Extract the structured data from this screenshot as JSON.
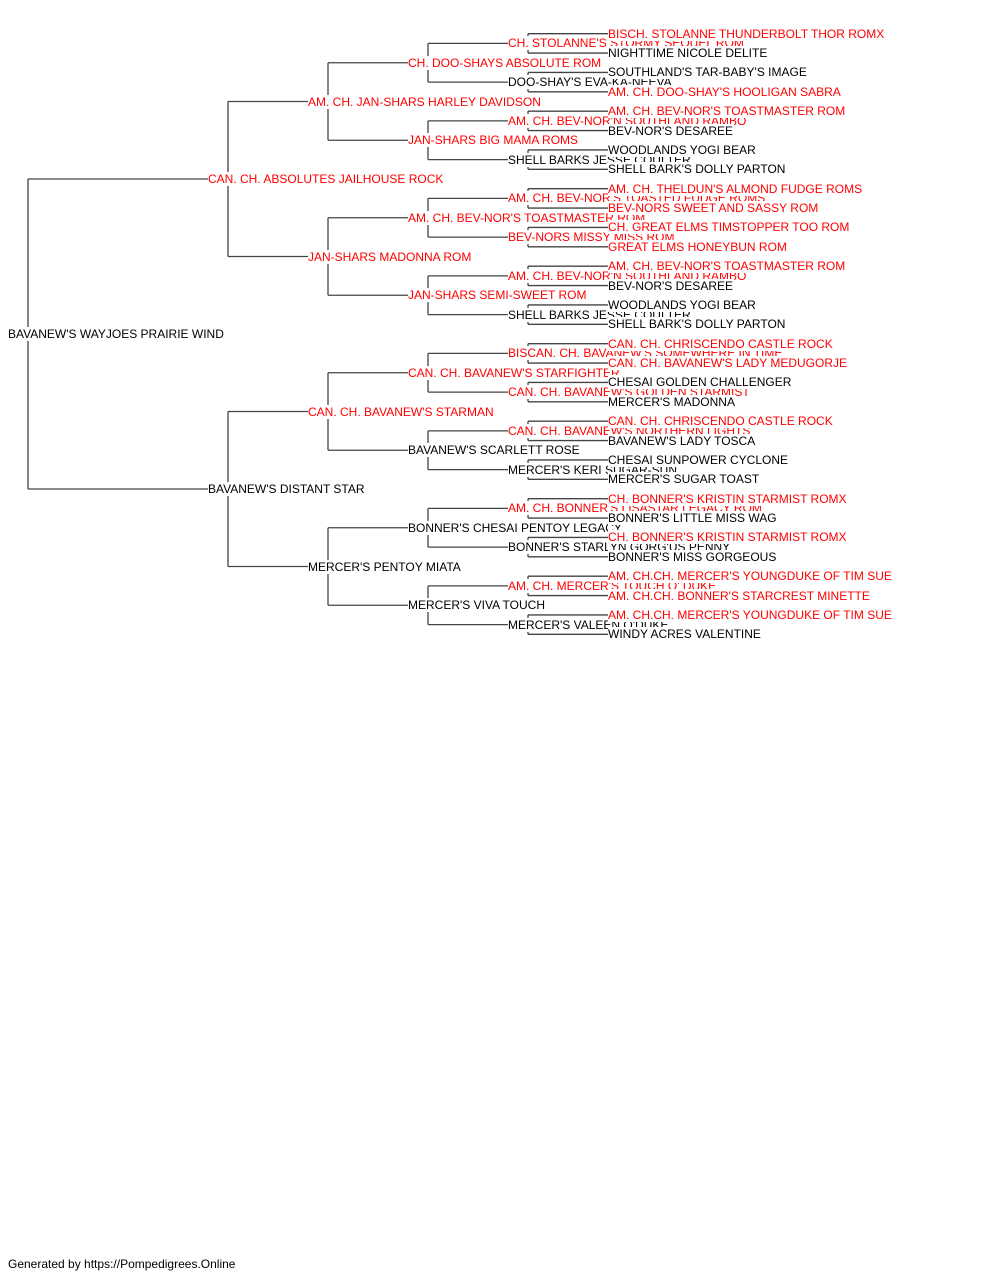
{
  "colors": {
    "champion": "#ff0000",
    "plain": "#000000",
    "line": "#444444"
  },
  "pedigree": {
    "name": "BAVANEW'S WAYJOES PRAIRIE WIND",
    "titled": false,
    "sire": {
      "name": "CAN. CH. ABSOLUTES JAILHOUSE ROCK",
      "titled": true,
      "sire": {
        "name": "AM. CH. JAN-SHARS HARLEY DAVIDSON",
        "titled": true,
        "sire": {
          "name": "CH. DOO-SHAYS ABSOLUTE ROM",
          "titled": true,
          "sire": {
            "name": "CH. STOLANNE'S STORMY SEQUEL ROM",
            "titled": true,
            "sire": {
              "name": "BISCH. STOLANNE THUNDERBOLT THOR ROMX",
              "titled": true
            },
            "dam": {
              "name": "NIGHTTIME NICOLE DELITE",
              "titled": false
            }
          },
          "dam": {
            "name": "DOO-SHAY'S EVA-KA-NEEVA",
            "titled": false,
            "sire": {
              "name": "SOUTHLAND'S TAR-BABY'S IMAGE",
              "titled": false
            },
            "dam": {
              "name": "AM. CH. DOO-SHAY'S HOOLIGAN SABRA",
              "titled": true
            }
          }
        },
        "dam": {
          "name": "JAN-SHARS BIG MAMA ROMS",
          "titled": true,
          "sire": {
            "name": "AM. CH. BEV-NOR'N SOUTHLAND RAMBO",
            "titled": true,
            "sire": {
              "name": "AM. CH. BEV-NOR'S TOASTMASTER ROM",
              "titled": true
            },
            "dam": {
              "name": "BEV-NOR'S DESAREE",
              "titled": false
            }
          },
          "dam": {
            "name": "SHELL BARKS JESSE COULTER",
            "titled": false,
            "sire": {
              "name": "WOODLANDS YOGI BEAR",
              "titled": false
            },
            "dam": {
              "name": "SHELL BARK'S DOLLY PARTON",
              "titled": false
            }
          }
        }
      },
      "dam": {
        "name": "JAN-SHARS MADONNA ROM",
        "titled": true,
        "sire": {
          "name": "AM. CH. BEV-NOR'S TOASTMASTER ROM",
          "titled": true,
          "sire": {
            "name": "AM. CH. BEV-NOR'S TOASTED FUDGE ROMS",
            "titled": true,
            "sire": {
              "name": "AM. CH. THELDUN'S ALMOND FUDGE ROMS",
              "titled": true
            },
            "dam": {
              "name": "BEV-NORS SWEET AND SASSY ROM",
              "titled": true
            }
          },
          "dam": {
            "name": "BEV-NORS MISSY MISS ROM",
            "titled": true,
            "sire": {
              "name": "CH. GREAT ELMS TIMSTOPPER TOO ROM",
              "titled": true
            },
            "dam": {
              "name": "GREAT ELMS HONEYBUN ROM",
              "titled": true
            }
          }
        },
        "dam": {
          "name": "JAN-SHARS SEMI-SWEET ROM",
          "titled": true,
          "sire": {
            "name": "AM. CH. BEV-NOR'N SOUTHLAND RAMBO",
            "titled": true,
            "sire": {
              "name": "AM. CH. BEV-NOR'S TOASTMASTER ROM",
              "titled": true
            },
            "dam": {
              "name": "BEV-NOR'S DESAREE",
              "titled": false
            }
          },
          "dam": {
            "name": "SHELL BARKS JESSE COULTER",
            "titled": false,
            "sire": {
              "name": "WOODLANDS YOGI BEAR",
              "titled": false
            },
            "dam": {
              "name": "SHELL BARK'S DOLLY PARTON",
              "titled": false
            }
          }
        }
      }
    },
    "dam": {
      "name": "BAVANEW'S DISTANT STAR",
      "titled": false,
      "sire": {
        "name": "CAN. CH. BAVANEW'S STARMAN",
        "titled": true,
        "sire": {
          "name": "CAN. CH. BAVANEW'S STARFIGHTER",
          "titled": true,
          "sire": {
            "name": "BISCAN. CH. BAVANEW'S SOMEWHERE IN TIME",
            "titled": true,
            "sire": {
              "name": "CAN. CH. CHRISCENDO CASTLE ROCK",
              "titled": true
            },
            "dam": {
              "name": "CAN. CH. BAVANEW'S LADY MEDUGORJE",
              "titled": true
            }
          },
          "dam": {
            "name": "CAN. CH. BAVANEW'S GOLDEN STARMIST",
            "titled": true,
            "sire": {
              "name": "CHESAI GOLDEN CHALLENGER",
              "titled": false
            },
            "dam": {
              "name": "MERCER'S MADONNA",
              "titled": false
            }
          }
        },
        "dam": {
          "name": "BAVANEW'S SCARLETT ROSE",
          "titled": false,
          "sire": {
            "name": "CAN. CH. BAVANEW'S NORTHERN LIGHTS",
            "titled": true,
            "sire": {
              "name": "CAN. CH. CHRISCENDO CASTLE ROCK",
              "titled": true
            },
            "dam": {
              "name": "BAVANEW'S LADY TOSCA",
              "titled": false
            }
          },
          "dam": {
            "name": "MERCER'S KERI SUGAR-SUN",
            "titled": false,
            "sire": {
              "name": "CHESAI SUNPOWER CYCLONE",
              "titled": false
            },
            "dam": {
              "name": "MERCER'S SUGAR TOAST",
              "titled": false
            }
          }
        }
      },
      "dam": {
        "name": "MERCER'S PENTOY MIATA",
        "titled": false,
        "sire": {
          "name": "BONNER'S CHESAI PENTOY LEGACY",
          "titled": false,
          "sire": {
            "name": "AM. CH. BONNER'S LISASTAR LEGACY ROM",
            "titled": true,
            "sire": {
              "name": "CH. BONNER'S KRISTIN STARMIST ROMX",
              "titled": true
            },
            "dam": {
              "name": "BONNER'S LITTLE MISS WAG",
              "titled": false
            }
          },
          "dam": {
            "name": "BONNER'S STARLYN GORG'US PENNY",
            "titled": false,
            "sire": {
              "name": "CH. BONNER'S KRISTIN STARMIST ROMX",
              "titled": true
            },
            "dam": {
              "name": "BONNER'S MISS GORGEOUS",
              "titled": false
            }
          }
        },
        "dam": {
          "name": "MERCER'S VIVA TOUCH",
          "titled": false,
          "sire": {
            "name": "AM. CH. MERCER'S TOUCH O' DUKE",
            "titled": true,
            "sire": {
              "name": "AM. CH.CH. MERCER'S YOUNGDUKE OF TIM SUE",
              "titled": true
            },
            "dam": {
              "name": "AM. CH.CH. BONNER'S STARCREST MINETTE",
              "titled": true
            }
          },
          "dam": {
            "name": "MERCER'S VALEEN O'DUKE",
            "titled": false,
            "sire": {
              "name": "AM. CH.CH. MERCER'S YOUNGDUKE OF TIM SUE",
              "titled": true
            },
            "dam": {
              "name": "WINDY ACRES VALENTINE",
              "titled": false
            }
          }
        }
      }
    }
  },
  "footer": "Generated by https://Pompedigrees.Online"
}
